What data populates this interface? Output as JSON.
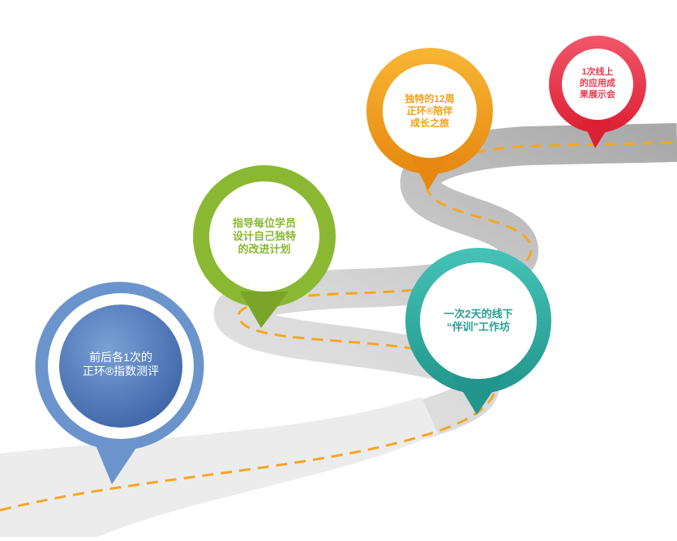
{
  "milestones": [
    {
      "id": "blue",
      "lines": "前后各1次的\n正环®指数测评",
      "color": "#4f79b8"
    },
    {
      "id": "green",
      "lines": "指导每位学员\n设计自己独特\n的改进计划",
      "color": "#8ab832"
    },
    {
      "id": "teal",
      "lines": "一次2天的线下\n“伴训”工作坊",
      "color": "#35b0a6"
    },
    {
      "id": "orange",
      "lines": "独特的12周\n正环®陪伴\n成长之旅",
      "color": "#f2a01b"
    },
    {
      "id": "red",
      "lines": "1次线上\n的应用成\n果展示会",
      "color": "#ea3a4c"
    }
  ],
  "road": {
    "color": "#c9c9c9",
    "dash_color": "#f5a623"
  }
}
